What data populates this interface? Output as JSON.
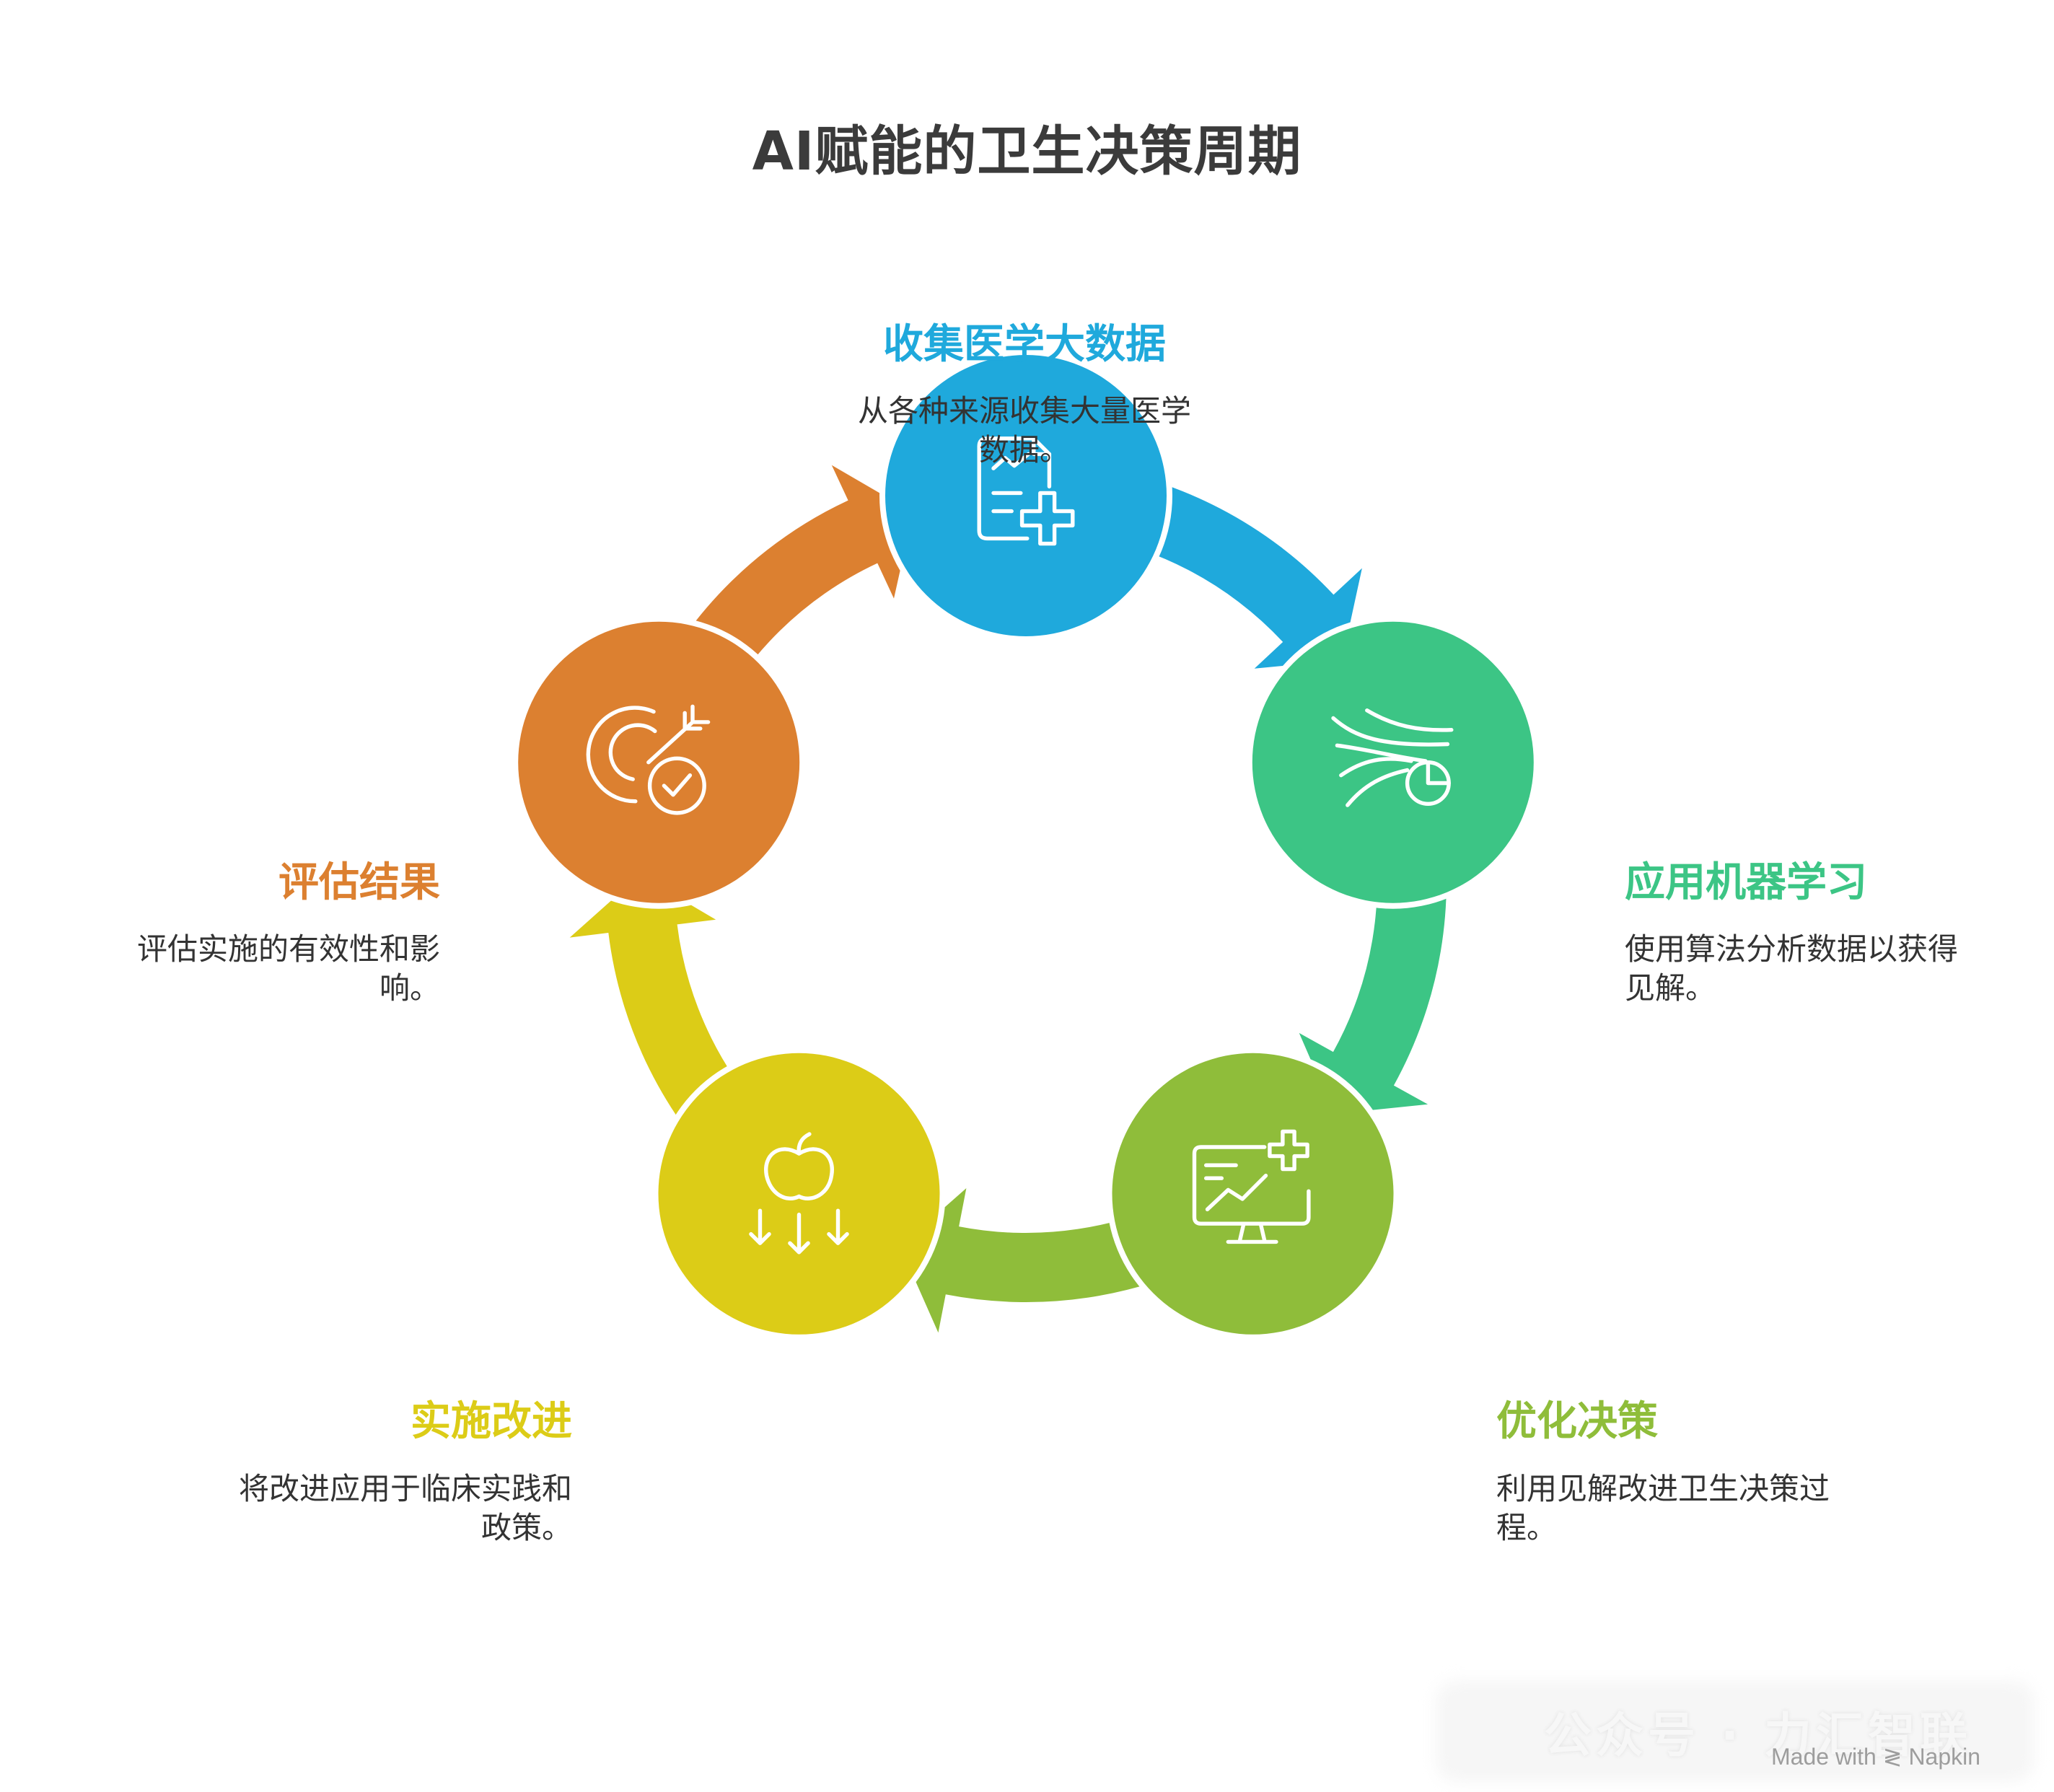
{
  "title": "AI赋能的卫生决策周期",
  "colors": {
    "blue": "#1fa9dc",
    "green": "#3cc585",
    "lime": "#8fbd3a",
    "yellow": "#dccc17",
    "orange": "#dc8030"
  },
  "stages": [
    {
      "key": "collect",
      "title": "收集医学大数据",
      "desc_line1": "从各种来源收集大量医学",
      "desc_line2": "数据。",
      "color": "#1fa9dc",
      "icon": "medical-report-plus-icon"
    },
    {
      "key": "ml",
      "title": "应用机器学习",
      "desc_line1": "使用算法分析数据以获得",
      "desc_line2": "见解。",
      "color": "#3cc585",
      "icon": "data-flow-pie-chart-icon"
    },
    {
      "key": "optimize",
      "title": "优化决策",
      "desc_line1": "利用见解改进卫生决策过",
      "desc_line2": "程。",
      "color": "#8fbd3a",
      "icon": "monitor-chart-plus-icon"
    },
    {
      "key": "implement",
      "title": "实施改进",
      "desc_line1": "将改进应用于临床实践和",
      "desc_line2": "政策。",
      "color": "#dccc17",
      "icon": "apple-falling-arrows-icon"
    },
    {
      "key": "evaluate",
      "title": "评估结果",
      "desc_line1": "评估实施的有效性和影",
      "desc_line2": "响。",
      "color": "#dc8030",
      "icon": "target-check-icon"
    }
  ],
  "watermark": {
    "text": "公众号 · 力汇智联",
    "credit": "Made with ≷ Napkin"
  }
}
